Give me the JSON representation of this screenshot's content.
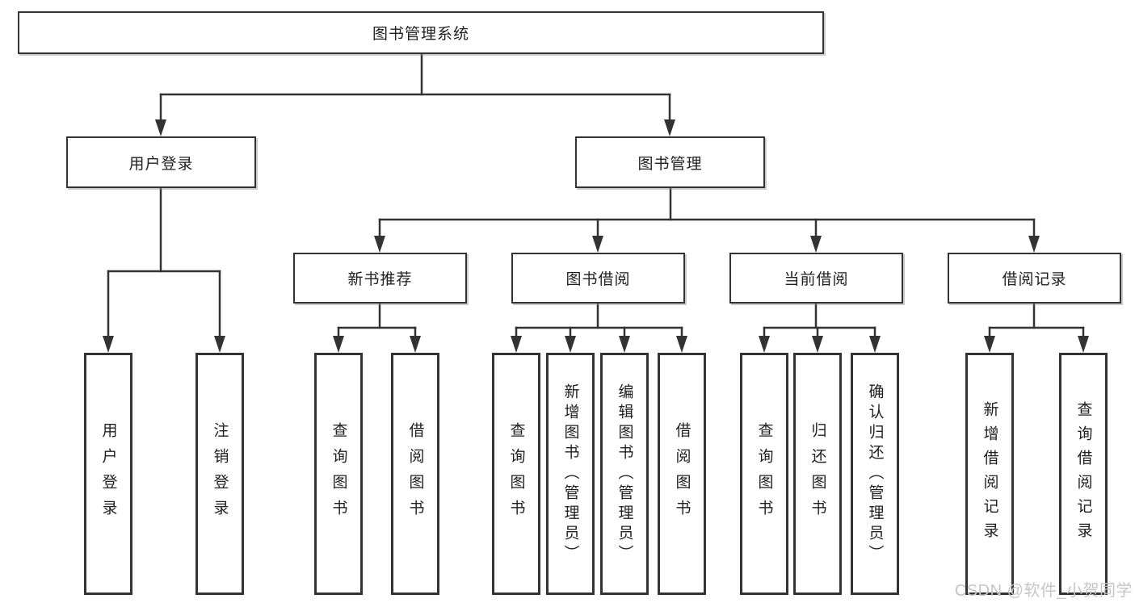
{
  "colors": {
    "line": "#333333",
    "box_border": "#333333",
    "text": "#212121",
    "background": "#ffffff",
    "watermark": "#c6c6c6"
  },
  "nodes": {
    "root": {
      "label": "图书管理系统"
    },
    "user_login": {
      "label": "用户登录"
    },
    "book_mgmt": {
      "label": "图书管理"
    },
    "new_book_rec": {
      "label": "新书推荐"
    },
    "book_borrow": {
      "label": "图书借阅"
    },
    "current_borrow": {
      "label": "当前借阅"
    },
    "borrow_records": {
      "label": "借阅记录"
    },
    "leaf_user_login": {
      "label": "用户登录"
    },
    "leaf_logout": {
      "label": "注销登录"
    },
    "leaf_query_book_rec": {
      "label": "查询图书"
    },
    "leaf_borrow_book_rec": {
      "label": "借阅图书"
    },
    "leaf_query_book_borrow": {
      "label": "查询图书"
    },
    "leaf_add_book_admin": {
      "label": "新增图书（管理员）"
    },
    "leaf_edit_book_admin": {
      "label": "编辑图书（管理员）"
    },
    "leaf_borrow_book_borrow": {
      "label": "借阅图书"
    },
    "leaf_query_book_current": {
      "label": "查询图书"
    },
    "leaf_return_book": {
      "label": "归还图书"
    },
    "leaf_confirm_return_admin": {
      "label": "确认归还（管理员）"
    },
    "leaf_add_borrow_record": {
      "label": "新增借阅记录"
    },
    "leaf_query_borrow_record": {
      "label": "查询借阅记录"
    }
  },
  "watermark": {
    "text": "CSDN @软件_小贺同学"
  }
}
